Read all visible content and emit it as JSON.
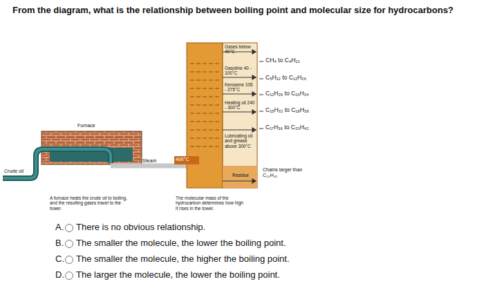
{
  "diagram": {
    "title": "From the diagram, what is the relationship between boiling point and molecular size for hydrocarbons?",
    "labels": [
      "Gases below 40°C",
      "CH₄ to C₄H₁₀",
      "Gasoline 40 - 100°C",
      "C₅H₁₂ to C₁₂H₂₆",
      "Kerosene 105 - 275°C",
      "C₁₂H₂₆ to C₁₆H₃₄",
      "Heating oil 240 - 300°C",
      "C₁₅H₃₂ to C₁₈H₃₈",
      "Lubricating oil and grease above 300°C",
      "C₁₇H₃₆ to C₂₀H₄₂",
      "Furnace",
      "Steam",
      "400°C",
      "Crude oil",
      "Residue",
      "Chains larger than C₂₀H₄₂",
      "A furnace heats the crude oil to boiling, and the resulting gases travel to the tower.",
      "The molecular mass of the hydrocarbon determines how high it rises in the tower.",
      "A.",
      "There is no obvious relationship.",
      "B.",
      "The smaller the molecule, the lower the boiling point.",
      "C.",
      "The smaller the molecule, the higher the boiling point.",
      "D.",
      "The larger the molecule, the lower the boiling point."
    ]
  }
}
